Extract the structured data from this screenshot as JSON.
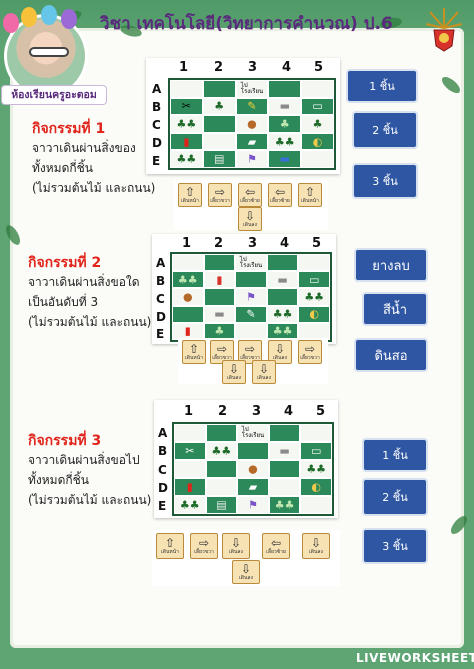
{
  "header": {
    "title": "วิชา เทคโนโลยี(วิทยาการคำนวณ) ป.6",
    "teacher": "ห้องเรียนครูอะตอม"
  },
  "board_labels": {
    "columns": [
      "1",
      "2",
      "3",
      "4",
      "5"
    ],
    "rows": [
      "A",
      "B",
      "C",
      "D",
      "E"
    ],
    "start_label": "ไปโรงเรียน"
  },
  "activities": [
    {
      "title": "กิจกรรมที่ 1",
      "lines": [
        "จาวาเดินผ่านสิ่งของ",
        "ทั้งหมดกี่ชิ้น",
        "(ไม่รวมต้นไม้ และถนน)"
      ],
      "answers": [
        "1 ชิ้น",
        "2 ชิ้น",
        "3 ชิ้น"
      ]
    },
    {
      "title": "กิจกรรมที่ 2",
      "lines": [
        "จาวาเดินผ่านสิ่งขอใด",
        "เป็นอันดับที่ 3",
        "(ไม่รวมต้นไม้ และถนน)"
      ],
      "answers": [
        "ยางลบ",
        "สีน้ำ",
        "ดินสอ"
      ]
    },
    {
      "title": "กิจกรรมที่ 3",
      "lines": [
        "จาวาเดินผ่านสิ่งขอไป",
        "ทั้งหมดกี่ชิ้น",
        "(ไม่รวมต้นไม้ และถนน)"
      ],
      "answers": [
        "1 ชิ้น",
        "2 ชิ้น",
        "3 ชิ้น"
      ]
    }
  ],
  "arrow_labels": {
    "forward": "เดินหน้า",
    "left": "เลี้ยวซ้าย",
    "right": "เลี้ยวขวา",
    "down": "เดินลง"
  },
  "footer": {
    "brand": "LIVEWORKSHEETS"
  },
  "colors": {
    "background": "#5fa574",
    "board_green": "#2c8a5a",
    "answer_blue": "#2f56a3",
    "activity_red": "#e0241c",
    "title_purple": "#5a2a7d"
  }
}
